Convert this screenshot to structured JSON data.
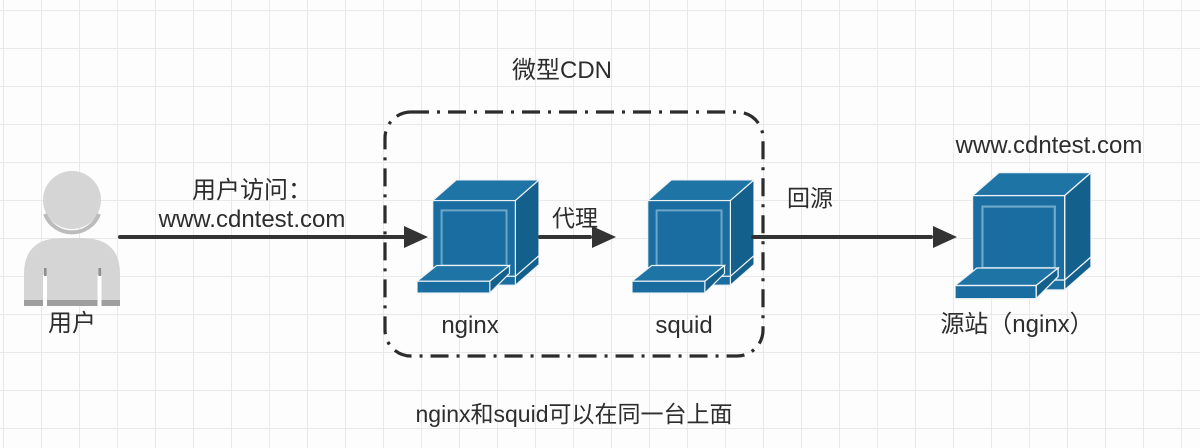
{
  "diagram": {
    "cdn_box_title": "微型CDN",
    "footnote": "nginx和squid可以在同一台上面",
    "nodes": {
      "user": {
        "label": "用户"
      },
      "nginx": {
        "label": "nginx"
      },
      "squid": {
        "label": "squid"
      },
      "origin": {
        "label": "源站（nginx）",
        "domain": "www.cdntest.com"
      }
    },
    "edges": {
      "user_to_cdn": {
        "label_line1": "用户访问：",
        "label_line2": "www.cdntest.com"
      },
      "nginx_to_squid": {
        "label": "代理"
      },
      "cdn_to_origin": {
        "label": "回源"
      }
    }
  },
  "colors": {
    "device_front": "#1a6da0",
    "device_top": "#1f74a6",
    "device_side": "#14608c",
    "screen_stroke": "#6fa7c8",
    "arrow": "#333333",
    "person_body": "#d5d5d5",
    "person_shade": "#9e9e9e",
    "text": "#2d2d2d",
    "grid_line": "#e9e9e9",
    "background": "#fdfdfd",
    "dash_border": "#2c2c2c"
  }
}
